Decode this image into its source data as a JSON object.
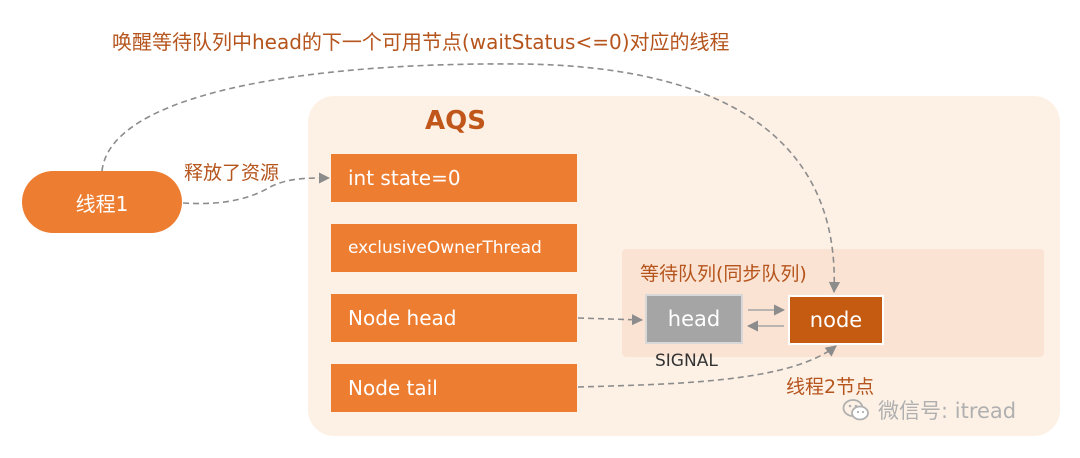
{
  "caption": "唤醒等待队列中head的下一个可用节点(waitStatus<=0)对应的线程",
  "aqs": {
    "title": "AQS",
    "fields": [
      "int state=0",
      "exclusiveOwnerThread",
      "Node head",
      "Node tail"
    ]
  },
  "thread1": {
    "label": "线程1",
    "action": "释放了资源"
  },
  "queue": {
    "title": "等待队列(同步队列)",
    "head_label": "head",
    "head_status": "SIGNAL",
    "node_label": "node",
    "node_owner": "线程2节点"
  },
  "watermark": {
    "icon": "wechat-icon",
    "text": "微信号: itread"
  },
  "colors": {
    "orange": "#ed7d31",
    "dark_orange": "#c55a11",
    "panel": "#fdf1e6",
    "queue_panel": "#fbe3d3",
    "gray": "#a5a5a5",
    "text_orange": "#b5541c"
  }
}
